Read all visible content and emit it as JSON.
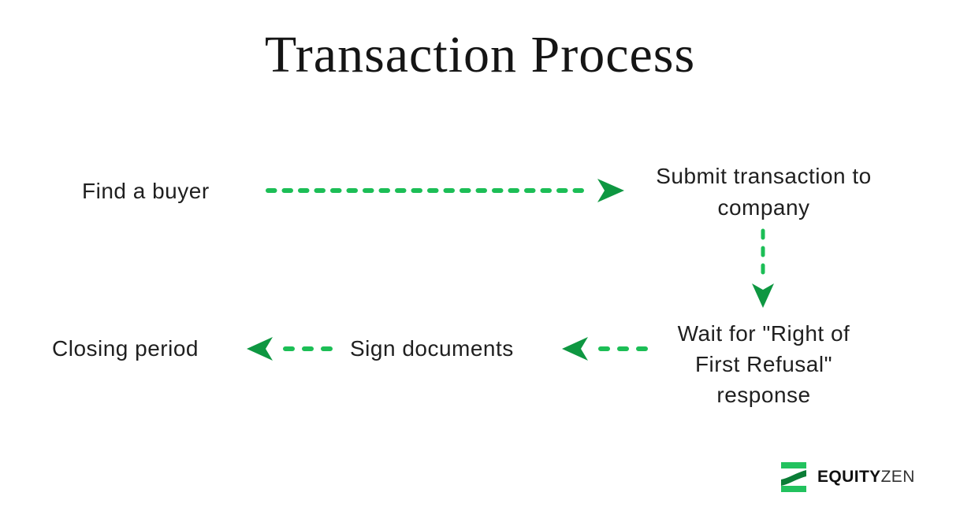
{
  "title": "Transaction Process",
  "flow": {
    "find_buyer": "Find a buyer",
    "submit": "Submit transaction to company",
    "wait": "Wait for \"Right of First Refusal\" response",
    "sign": "Sign documents",
    "closing": "Closing period"
  },
  "arrows": [
    {
      "from": "Find a buyer",
      "to": "Submit transaction to company",
      "direction": "right",
      "style": "dashed"
    },
    {
      "from": "Submit transaction to company",
      "to": "Wait for \"Right of First Refusal\" response",
      "direction": "down",
      "style": "dashed"
    },
    {
      "from": "Wait for \"Right of First Refusal\" response",
      "to": "Sign documents",
      "direction": "left",
      "style": "dashed"
    },
    {
      "from": "Sign documents",
      "to": "Closing period",
      "direction": "left",
      "style": "dashed"
    }
  ],
  "logo": {
    "equity": "EQUITY",
    "zen": "ZEN"
  },
  "theme": {
    "arrow_dash": "#1cbe56",
    "arrow_head": "#0e9741",
    "text_color": "#1f1f1f",
    "logo_bright": "#22c25e",
    "logo_dark": "#0a7d36",
    "logo_equity_color": "#111111",
    "logo_zen_color": "#333333",
    "background": "#ffffff"
  }
}
